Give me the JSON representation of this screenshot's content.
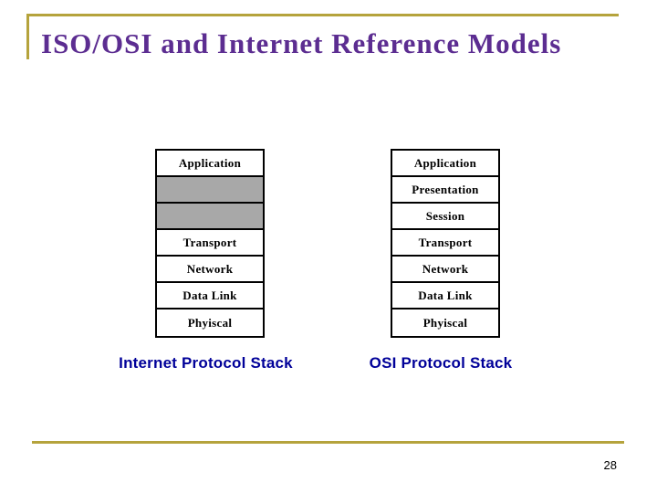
{
  "slide": {
    "title": "ISO/OSI and Internet Reference Models",
    "page_number": "28"
  },
  "colors": {
    "title_text": "#5C2D91",
    "accent_line": "#B5A33C",
    "caption_text": "#000099",
    "filled_row": "#A8A8A8"
  },
  "diagram": {
    "internet_stack": {
      "caption": "Internet Protocol Stack",
      "rows": [
        "Application",
        "",
        "",
        "Transport",
        "Network",
        "Data Link",
        "Phyiscal"
      ]
    },
    "osi_stack": {
      "caption": "OSI Protocol Stack",
      "rows": [
        "Application",
        "Presentation",
        "Session",
        "Transport",
        "Network",
        "Data Link",
        "Phyiscal"
      ]
    }
  }
}
